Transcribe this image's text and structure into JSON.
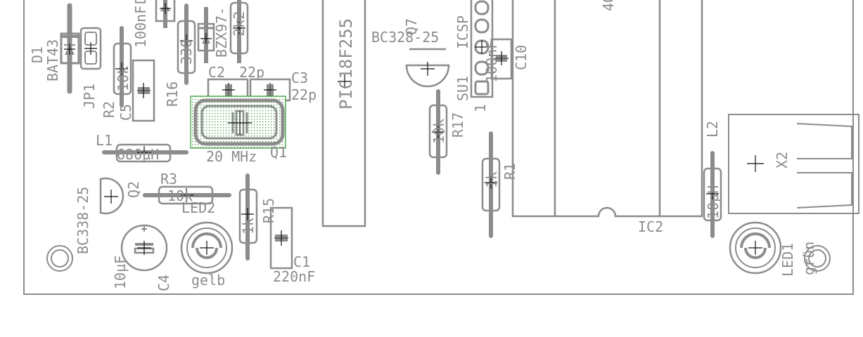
{
  "colors": {
    "silkscreen": "#8c8c8c",
    "background": "#ffffff",
    "selection": "#3a9a3a",
    "origin_cross": "#111111"
  },
  "parts": {
    "d1": {
      "name": "D1",
      "value": "BAT43"
    },
    "jp1": {
      "name": "JP1"
    },
    "r2": {
      "name": "R2",
      "value": "10k"
    },
    "c_top": {
      "value": "100nF",
      "name_partial": "D"
    },
    "c5": {
      "name": "C5"
    },
    "r16": {
      "name": "R16",
      "value": "330"
    },
    "zener": {
      "value": "BZX97-",
      "value2": "2k2"
    },
    "c2": {
      "name": "C2",
      "value": "22p"
    },
    "c3": {
      "name": "C3",
      "value": "22p"
    },
    "q1": {
      "name": "Q1",
      "value": "20 MHz"
    },
    "l1": {
      "name": "L1",
      "value": "680µH"
    },
    "q2": {
      "name": "Q2",
      "value": "BC338-25"
    },
    "r3": {
      "name": "R3",
      "value": "10k"
    },
    "led2": {
      "name": "LED2",
      "value": "gelb"
    },
    "r15": {
      "name": "R15",
      "value": "1k"
    },
    "c1": {
      "name": "C1",
      "value": "220nF"
    },
    "c4": {
      "name": "C4",
      "value": "10µF"
    },
    "ic1": {
      "value": "PIC18F255"
    },
    "q7": {
      "name": "Q7",
      "value": "BC328-25"
    },
    "r17": {
      "name": "R17",
      "value": "10k"
    },
    "icsp": {
      "label": "ICSP",
      "pin1": "1"
    },
    "su1": {
      "name": "SU1",
      "value": "100nF"
    },
    "c10": {
      "name": "C10"
    },
    "r1": {
      "name": "R1",
      "value": "1k"
    },
    "ic2": {
      "name": "IC2",
      "value_partial": "40"
    },
    "l2": {
      "name": "L2",
      "value": "10µH"
    },
    "x2": {
      "name": "X2"
    },
    "led1": {
      "name": "LED1",
      "value": "grün"
    }
  }
}
